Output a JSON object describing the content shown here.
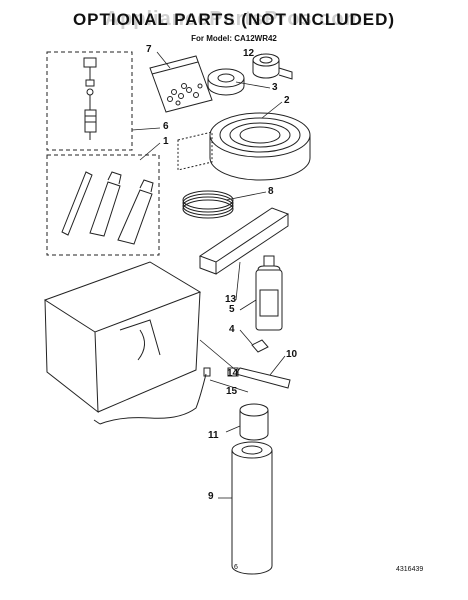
{
  "watermark": "AppliancePartsPros.com",
  "header": {
    "title": "OPTIONAL PARTS (NOT INCLUDED)",
    "subtitle": "For Model: CA12WR42"
  },
  "callouts": [
    "1",
    "2",
    "3",
    "4",
    "5",
    "6",
    "7",
    "8",
    "9",
    "10",
    "11",
    "12",
    "13",
    "14",
    "15"
  ],
  "footer": {
    "page_number": "6",
    "doc_number": "4316439"
  },
  "colors": {
    "line": "#222222",
    "watermark": "#9a9a9a"
  }
}
